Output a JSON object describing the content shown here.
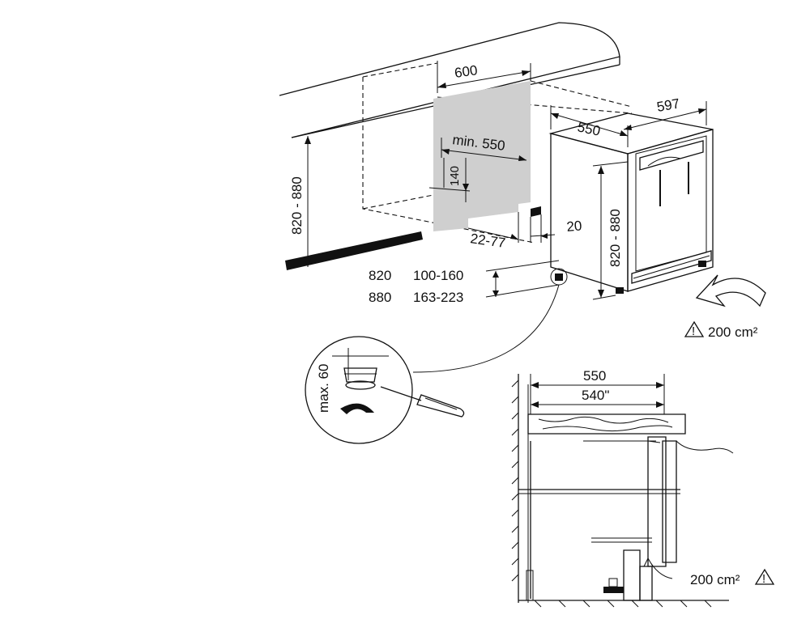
{
  "colors": {
    "ink": "#111111",
    "niche_fill": "#cfcfcf",
    "wood_fill": "#d9d9d9",
    "background": "#ffffff"
  },
  "icons": {
    "warning": "warning-triangle-icon",
    "airflow": "airflow-arrow-icon",
    "rotate": "rotate-arrow-icon",
    "screwdriver": "screwdriver-icon"
  },
  "dimensions": {
    "niche_width": "600",
    "appliance_depth": "597",
    "appliance_width": "550",
    "niche_min_depth": "min. 550",
    "vent_height": "140",
    "plinth_depth": "22-77",
    "plinth_offset": "20",
    "niche_height": "820 - 880",
    "appliance_height": "820 - 880"
  },
  "height_table": {
    "rows": [
      {
        "height": "820",
        "range": "100-160"
      },
      {
        "height": "880",
        "range": "163-223"
      }
    ]
  },
  "ventilation": {
    "top_area": "200 cm²",
    "bottom_area": "200 cm²"
  },
  "detail": {
    "foot_adjust": "max. 60"
  },
  "section": {
    "depth_total": "550",
    "depth_inner": "540\""
  }
}
